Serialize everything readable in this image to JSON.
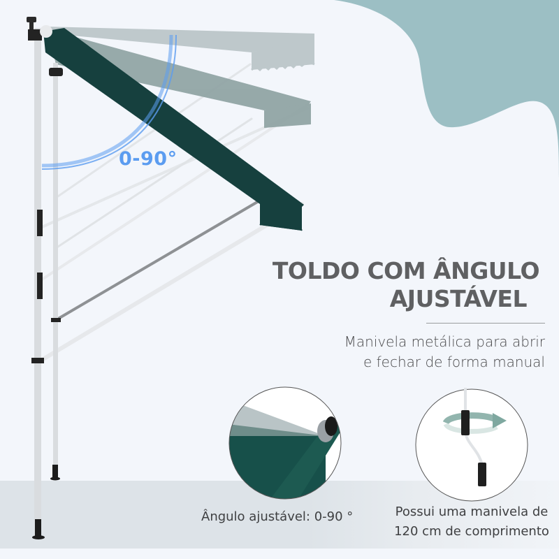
{
  "headline": {
    "line1": "TOLDO COM ÂNGULO",
    "line2": "AJUSTÁVEL"
  },
  "description": {
    "line1": "Manivela metálica para abrir",
    "line2": "e fechar de forma manual"
  },
  "illustration": {
    "angle_label": "0-90°",
    "awning_color": "#16403e",
    "ghost_colors": [
      "#b9c4c6",
      "#8fa3a3"
    ],
    "pole_color": "#d9dcdf",
    "accent_blue": "#5b9cf0"
  },
  "detail_callouts": [
    {
      "name": "angle-detail",
      "caption": "Ângulo ajustável: 0-90 °"
    },
    {
      "name": "crank-detail",
      "caption_line1": "Possui uma manivela de",
      "caption_line2": "120 cm de comprimento"
    }
  ],
  "decor": {
    "blob_color": "#9cbfc4",
    "background": "#f3f6fb",
    "floor_color": "#dde3e8"
  }
}
